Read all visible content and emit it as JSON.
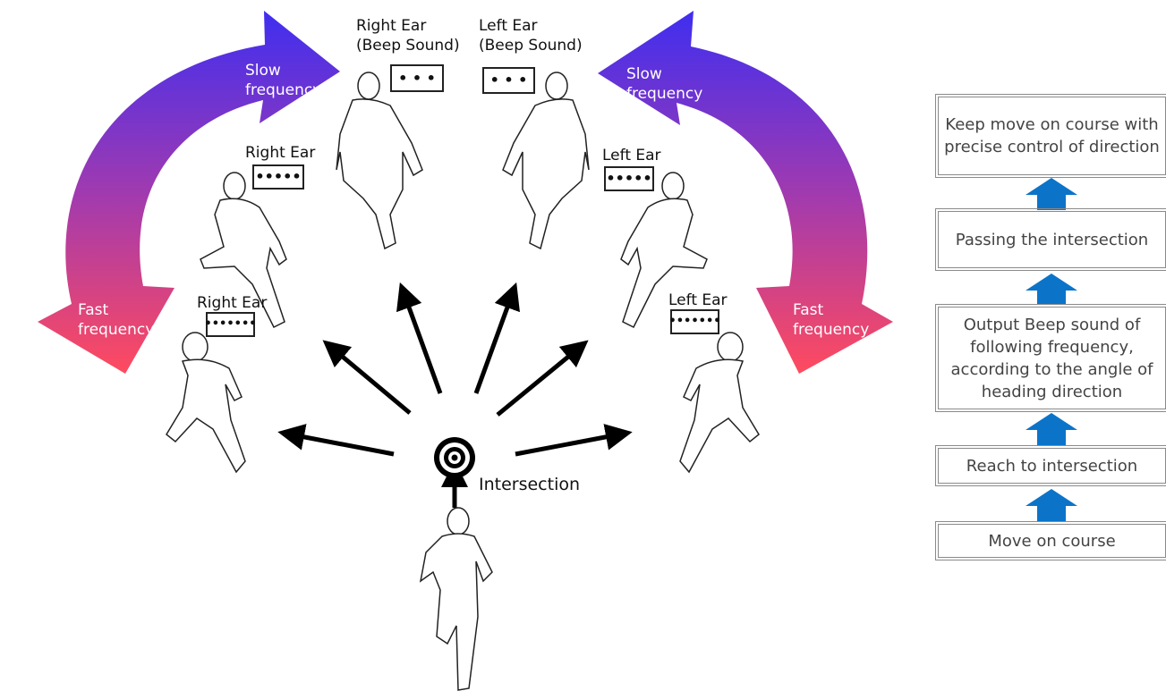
{
  "labels": {
    "right_ear_top": "Right Ear\n(Beep Sound)",
    "left_ear_top": "Left Ear\n(Beep Sound)",
    "right_ear_mid": "Right Ear",
    "left_ear_mid": "Left Ear",
    "right_ear_low": "Right Ear",
    "left_ear_low": "Left Ear",
    "intersection": "Intersection"
  },
  "beeps": {
    "slow": "• • •",
    "medium": "•••••",
    "fast": "•••••••"
  },
  "curved_arrows": {
    "left": {
      "top_label": "Slow\nfrequency",
      "bottom_label": "Fast\nfrequency"
    },
    "right": {
      "top_label": "Slow\nfrequency",
      "bottom_label": "Fast\nfrequency"
    }
  },
  "colors": {
    "slow": "#3f2ef0",
    "fast": "#ff4a5f",
    "flow_arrow": "#0b74c9"
  },
  "flowchart": {
    "steps": [
      "Keep move on course with precise control of direction",
      "Passing the intersection",
      "Output Beep sound of following frequency, according to the angle of heading direction",
      "Reach to intersection",
      "Move on course"
    ]
  }
}
